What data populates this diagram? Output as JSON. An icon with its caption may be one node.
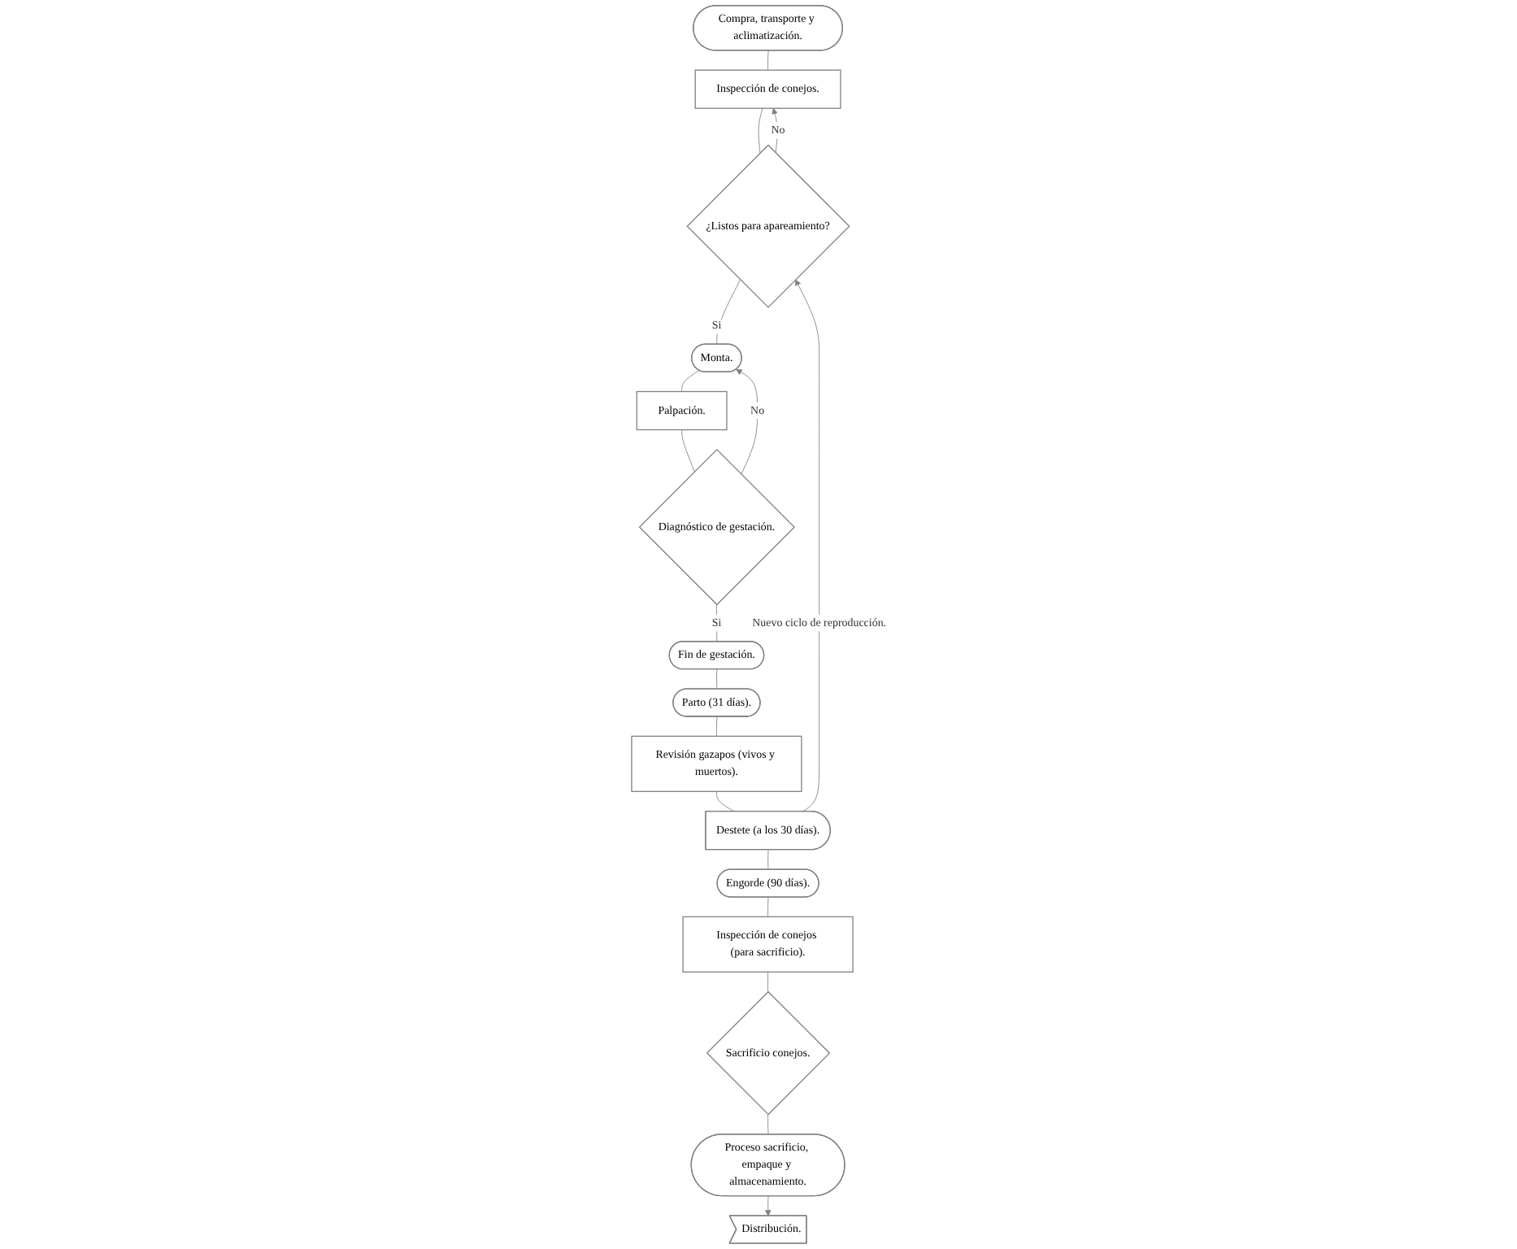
{
  "diagram": {
    "nodes": [
      {
        "text": [
          "Compra, transporte y aclimatización."
        ]
      },
      {
        "text": [
          "Inspección de conejos."
        ]
      },
      {
        "text": [
          "¿Listos para apareamiento?"
        ]
      },
      {
        "text": [
          "Monta."
        ]
      },
      {
        "text": [
          "Palpación."
        ]
      },
      {
        "text": [
          "Diagnóstico de gestación."
        ]
      },
      {
        "text": [
          "Fin de gestación."
        ]
      },
      {
        "text": [
          "Parto (31 días)."
        ]
      },
      {
        "text": [
          "Revisión gazapos (vivos y muertos)."
        ]
      },
      {
        "text": [
          "Destete (a los 30 días)."
        ]
      },
      {
        "text": [
          "Engorde (90 días)."
        ]
      },
      {
        "text": [
          "Inspección de conejos (para sacrificio)."
        ]
      },
      {
        "text": [
          "Sacrificio conejos."
        ]
      },
      {
        "text": [
          "Proceso sacrificio, empaque y almacenamiento."
        ]
      },
      {
        "text": [
          "Distribución."
        ]
      }
    ],
    "edges": [
      {
        "from": 0,
        "to": 1,
        "arrow": "none"
      },
      {
        "from": 1,
        "to": 2,
        "arrow": "none"
      },
      {
        "from": 2,
        "to": 1,
        "arrow": "to",
        "label": "No"
      },
      {
        "from": 2,
        "to": 3,
        "arrow": "none",
        "label": "Si"
      },
      {
        "from": 3,
        "to": 4,
        "arrow": "none"
      },
      {
        "from": 4,
        "to": 5,
        "arrow": "none"
      },
      {
        "from": 5,
        "to": 3,
        "arrow": "to",
        "label": "No"
      },
      {
        "from": 5,
        "to": 6,
        "arrow": "none",
        "label": "Si"
      },
      {
        "from": 6,
        "to": 7,
        "arrow": "none"
      },
      {
        "from": 7,
        "to": 8,
        "arrow": "none"
      },
      {
        "from": 8,
        "to": 9,
        "arrow": "none"
      },
      {
        "from": 9,
        "to": 2,
        "arrow": "to",
        "label": "Nuevo ciclo de reproducción."
      },
      {
        "from": 9,
        "to": 10,
        "arrow": "none"
      },
      {
        "from": 10,
        "to": 11,
        "arrow": "none"
      },
      {
        "from": 11,
        "to": 12,
        "arrow": "none"
      },
      {
        "from": 12,
        "to": 13,
        "arrow": "none"
      },
      {
        "from": 13,
        "to": 14,
        "arrow": "to"
      }
    ]
  }
}
